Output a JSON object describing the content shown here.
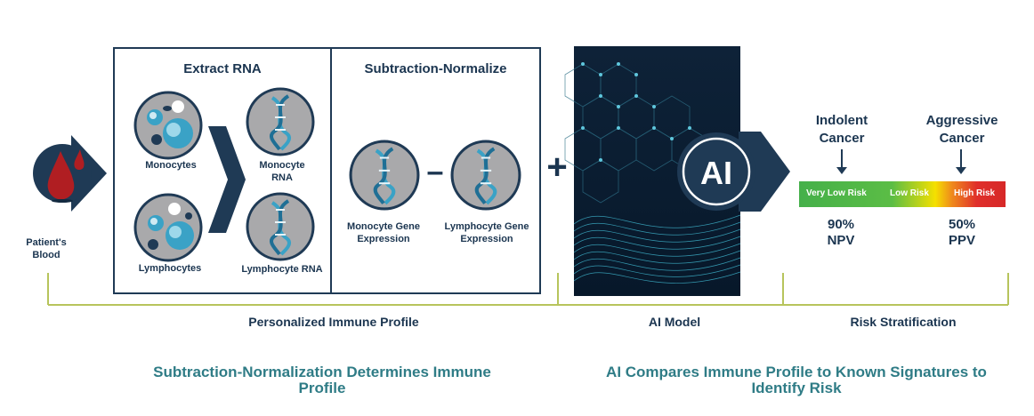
{
  "blood": {
    "label": "Patient's Blood"
  },
  "extract_panel": {
    "title": "Extract RNA",
    "monocytes": "Monocytes",
    "lymphocytes": "Lymphocytes",
    "monocyte_rna": "Monocyte RNA",
    "lymphocyte_rna": "Lymphocyte RNA"
  },
  "subtract_panel": {
    "title": "Subtraction-Normalize",
    "monocyte_expr": "Monocyte Gene Expression",
    "lymphocyte_expr": "Lymphocyte Gene Expression"
  },
  "operators": {
    "plus": "+",
    "minus": "–"
  },
  "ai": {
    "badge": "AI"
  },
  "risk": {
    "indolent": "Indolent Cancer",
    "aggressive": "Aggressive Cancer",
    "very_low": "Very Low Risk",
    "low": "Low Risk",
    "high": "High Risk",
    "npv_value": "90%",
    "npv_label": "NPV",
    "ppv_value": "50%",
    "ppv_label": "PPV"
  },
  "sections": {
    "immune": "Personalized Immune Profile",
    "ai_model": "AI Model",
    "risk": "Risk Stratification"
  },
  "captions": {
    "left": "Subtraction-Normalization Determines Immune Profile",
    "right": "AI Compares Immune Profile to Known Signatures to Identify Risk"
  },
  "colors": {
    "navy": "#1b3550",
    "teal_text": "#2f7c86",
    "bracket": "#b7c45c",
    "blood_red": "#b01e22",
    "cell_grey": "#a9a9ab",
    "dna_blue": "#3aa2c6"
  }
}
